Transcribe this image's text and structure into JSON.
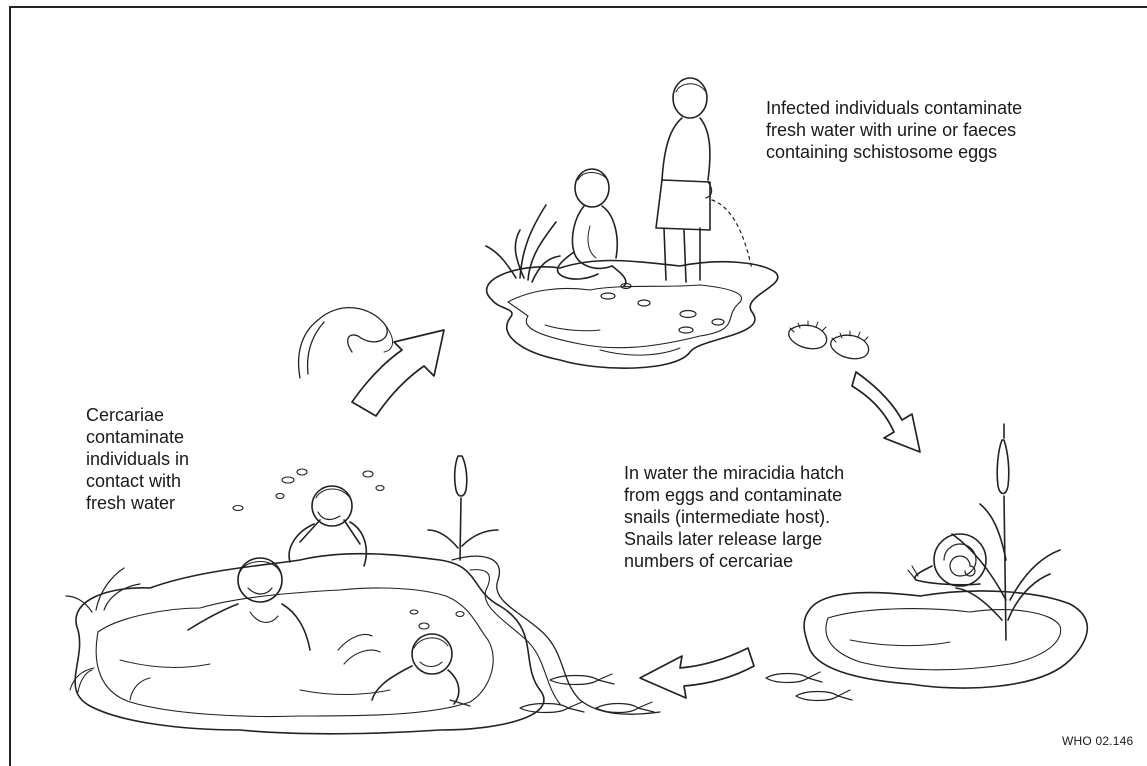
{
  "captions": {
    "infected": {
      "lines": [
        "Infected individuals contaminate",
        "fresh water with urine or faeces",
        "containing schistosome eggs"
      ]
    },
    "cercariae": {
      "lines": [
        "Cercariae",
        "contaminate",
        "individuals in",
        "contact with",
        "fresh water"
      ]
    },
    "miracidia": {
      "lines": [
        "In water the miracidia hatch",
        "from eggs and contaminate",
        "snails (intermediate host).",
        "Snails later release large",
        "numbers of cercariae"
      ]
    }
  },
  "footer": {
    "code": "WHO 02.146"
  }
}
